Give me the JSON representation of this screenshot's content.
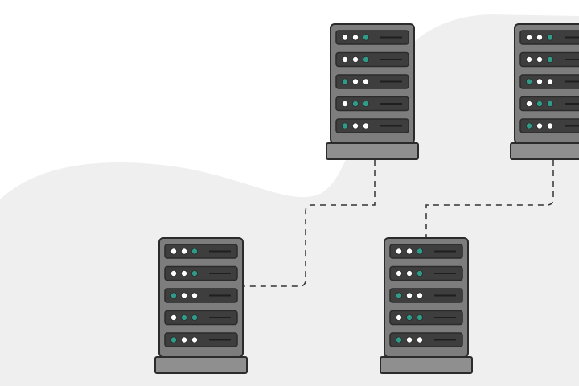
{
  "colors": {
    "background": "#ffffff",
    "blob": "#efefef",
    "outline": "#2b2b2b",
    "rack_body": "#7d7d7d",
    "rack_base": "#8f8f8f",
    "bay": "#3e3e3e",
    "led_white": "#ffffff",
    "led_green": "#2f9c8a",
    "connector": "#333333"
  },
  "servers": [
    {
      "id": "top-center",
      "bays": [
        [
          "white",
          "white",
          "green"
        ],
        [
          "white",
          "white",
          "green"
        ],
        [
          "green",
          "white",
          "white"
        ],
        [
          "white",
          "green",
          "green"
        ],
        [
          "green",
          "white",
          "white"
        ]
      ]
    },
    {
      "id": "top-right",
      "bays": [
        [
          "white",
          "white",
          "green"
        ],
        [
          "white",
          "white",
          "green"
        ],
        [
          "green",
          "white",
          "white"
        ],
        [
          "white",
          "green",
          "green"
        ],
        [
          "green",
          "white",
          "white"
        ]
      ]
    },
    {
      "id": "bottom-left",
      "bays": [
        [
          "white",
          "white",
          "green"
        ],
        [
          "white",
          "white",
          "green"
        ],
        [
          "green",
          "white",
          "white"
        ],
        [
          "white",
          "green",
          "green"
        ],
        [
          "green",
          "white",
          "white"
        ]
      ]
    },
    {
      "id": "bottom-center",
      "bays": [
        [
          "white",
          "white",
          "green"
        ],
        [
          "white",
          "white",
          "green"
        ],
        [
          "green",
          "white",
          "white"
        ],
        [
          "white",
          "green",
          "green"
        ],
        [
          "green",
          "white",
          "white"
        ]
      ]
    }
  ],
  "connections": [
    {
      "from": "top-center",
      "to": "bottom-left"
    },
    {
      "from": "top-right",
      "to": "bottom-center"
    }
  ]
}
